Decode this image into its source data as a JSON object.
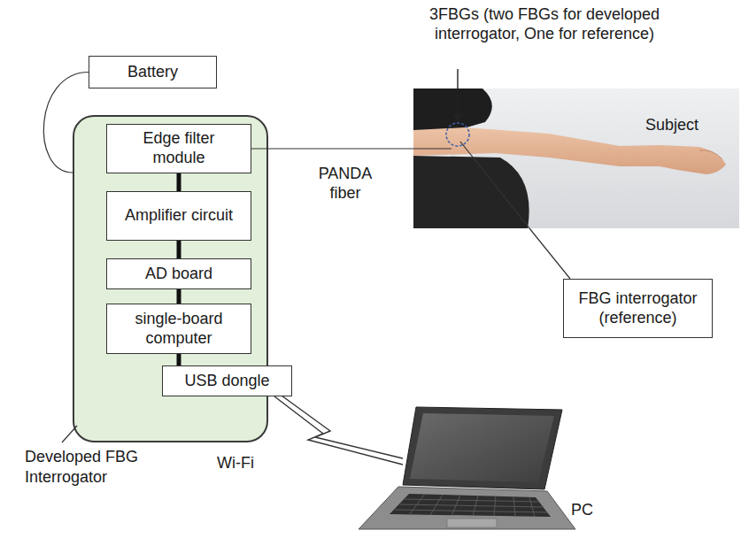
{
  "diagram": {
    "nodes": [
      {
        "text": [
          "Battery"
        ]
      },
      {
        "text": [
          "Developed FBG Interrogator"
        ]
      },
      {
        "text": [
          "Edge filter module"
        ],
        "in": 1
      },
      {
        "text": [
          "Amplifier circuit"
        ],
        "in": 1
      },
      {
        "text": [
          "AD board"
        ],
        "in": 1
      },
      {
        "text": [
          "single-board computer"
        ],
        "in": 1
      },
      {
        "text": [
          "USB dongle"
        ],
        "in": 1
      },
      {
        "text": [
          "Subject"
        ]
      },
      {
        "text": [
          "FBG interrogator (reference)"
        ]
      },
      {
        "text": [
          "PC"
        ]
      }
    ],
    "edges": [
      {
        "from": 0,
        "to": 1,
        "arrow": "none"
      },
      {
        "from": 2,
        "to": 3,
        "arrow": "none"
      },
      {
        "from": 3,
        "to": 4,
        "arrow": "none"
      },
      {
        "from": 4,
        "to": 5,
        "arrow": "none"
      },
      {
        "from": 5,
        "to": 6,
        "arrow": "none"
      },
      {
        "from": 2,
        "to": 7,
        "arrow": "none"
      },
      {
        "from": 7,
        "to": 8,
        "arrow": "none"
      },
      {
        "from": 6,
        "to": 9,
        "arrow": "none"
      }
    ],
    "labels": [
      "3FBGs (two FBGs for developed interrogator, One for reference)",
      "PANDA fiber",
      "Wi-Fi"
    ]
  }
}
